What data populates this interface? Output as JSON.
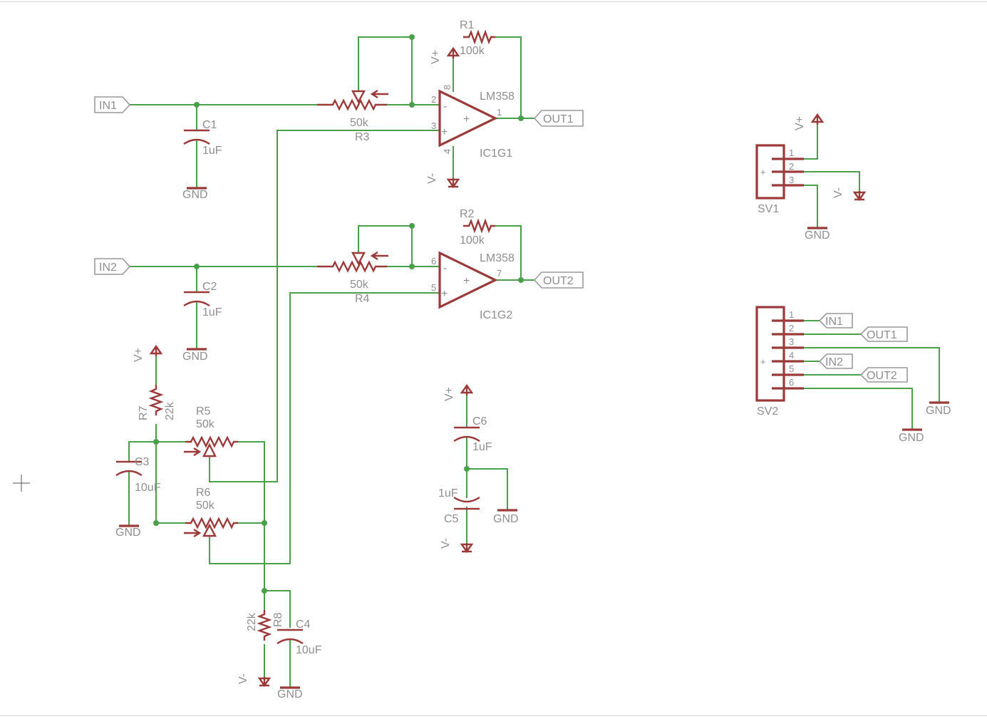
{
  "ports": {
    "in1": "IN1",
    "in2": "IN2",
    "out1": "OUT1",
    "out2": "OUT2"
  },
  "parts": {
    "r1": {
      "name": "R1",
      "value": "100k"
    },
    "r2": {
      "name": "R2",
      "value": "100k"
    },
    "r3": {
      "name": "R3",
      "value": "50k"
    },
    "r4": {
      "name": "R4",
      "value": "50k"
    },
    "r5": {
      "name": "R5",
      "value": "50k"
    },
    "r6": {
      "name": "R6",
      "value": "50k"
    },
    "r7": {
      "name": "R7",
      "value": "22k"
    },
    "r8": {
      "name": "R8",
      "value": "22k"
    },
    "c1": {
      "name": "C1",
      "value": "1uF"
    },
    "c2": {
      "name": "C2",
      "value": "1uF"
    },
    "c3": {
      "name": "C3",
      "value": "10uF"
    },
    "c4": {
      "name": "C4",
      "value": "10uF"
    },
    "c5": {
      "name": "C5",
      "value": "1uF"
    },
    "c6": {
      "name": "C6",
      "value": "1uF"
    },
    "ic1g1": {
      "name": "IC1G1",
      "value": "LM358"
    },
    "ic1g2": {
      "name": "IC1G2",
      "value": "LM358"
    },
    "sv1": {
      "name": "SV1"
    },
    "sv2": {
      "name": "SV2"
    }
  },
  "pins": {
    "g1": {
      "inv": "2",
      "noninv": "3",
      "out": "1",
      "vcc": "8",
      "vee": "4"
    },
    "g2": {
      "inv": "6",
      "noninv": "5",
      "out": "7"
    },
    "sv1": [
      "1",
      "2",
      "3"
    ],
    "sv2": [
      "1",
      "2",
      "3",
      "4",
      "5",
      "6"
    ]
  },
  "power": {
    "vplus": "V+",
    "vminus": "V-",
    "gnd": "GND"
  },
  "symbols": {
    "minus": "-",
    "plus": "+"
  },
  "colors": {
    "wire": "#4aa04a",
    "symbol": "#9c3a3a",
    "text": "#8f8f8f"
  }
}
